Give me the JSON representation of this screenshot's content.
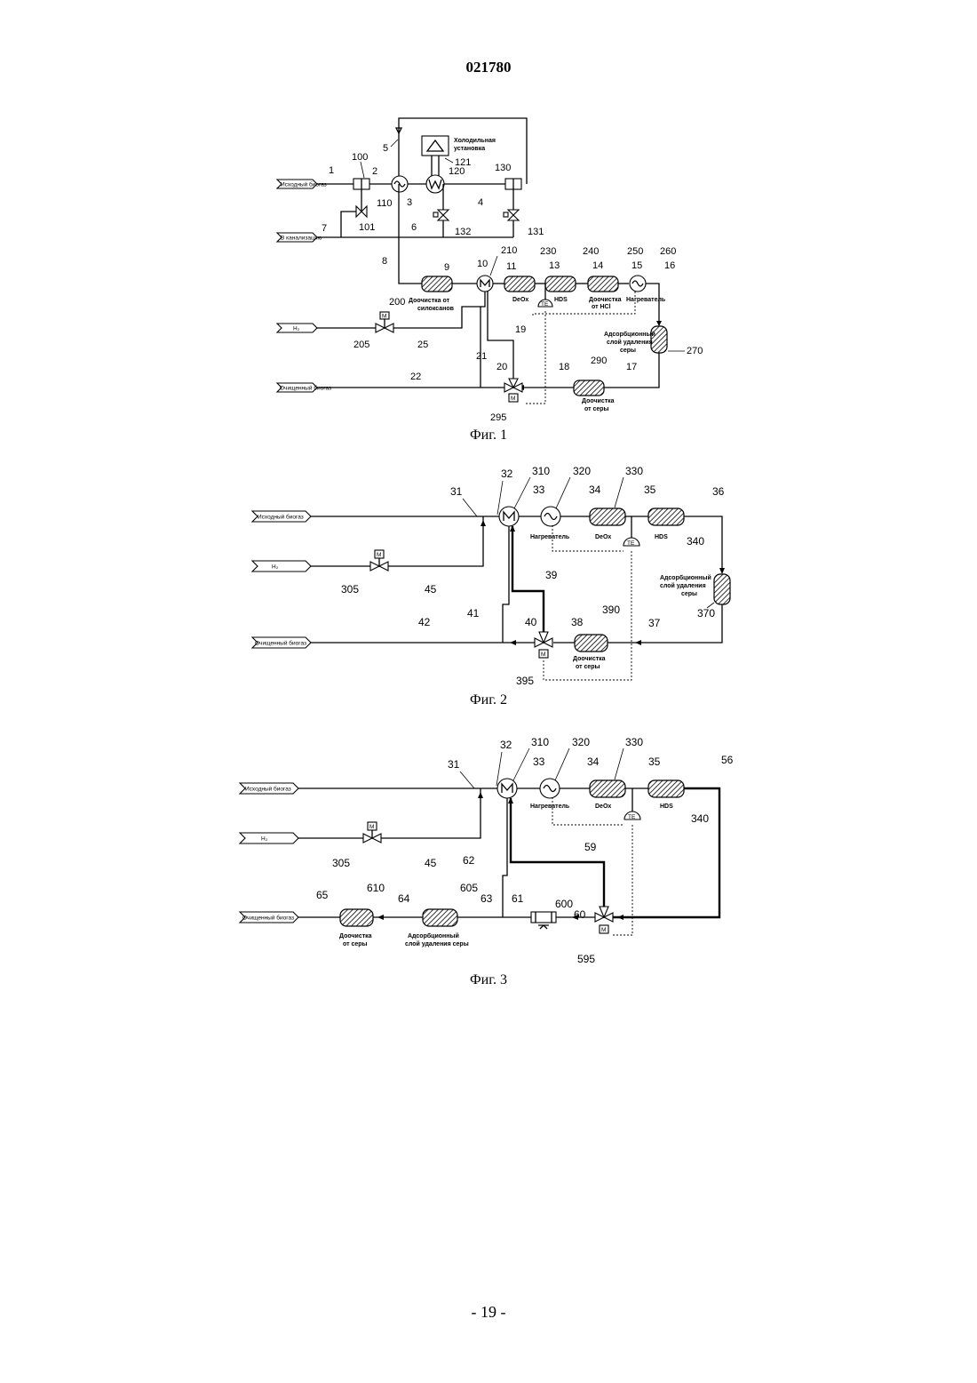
{
  "page": {
    "header": "021780",
    "footer": "- 19 -"
  },
  "fig1": {
    "caption": "Фиг. 1",
    "streams": {
      "feed": "Исходный биогаз",
      "to_sewer": "В канализацию",
      "h2": "H₂",
      "clean": "Очищенный биогаз"
    },
    "labels": {
      "refrigeration": [
        "Холодильная",
        "установка"
      ],
      "siloxane": [
        "Доочистка от",
        "силоксанов"
      ],
      "deox": "DeOx",
      "hds": "HDS",
      "hcl": [
        "Доочистка",
        "от HCl"
      ],
      "heater": "Нагреватель",
      "adsorb": [
        "Адсорбционный",
        "слой удаления",
        "серы"
      ],
      "sulfur": [
        "Доочистка",
        "от серы"
      ],
      "te": "TE",
      "m": "M"
    },
    "numbers": {
      "n1": "1",
      "n2": "2",
      "n3": "3",
      "n4": "4",
      "n5": "5",
      "n6": "6",
      "n7": "7",
      "n8": "8",
      "n9": "9",
      "n10": "10",
      "n11": "11",
      "n13": "13",
      "n14": "14",
      "n15": "15",
      "n16": "16",
      "n17": "17",
      "n18": "18",
      "n19": "19",
      "n20": "20",
      "n21": "21",
      "n22": "22",
      "n25": "25",
      "n100": "100",
      "n101": "101",
      "n110": "110",
      "n120": "120",
      "n121": "121",
      "n130": "130",
      "n131": "131",
      "n132": "132",
      "n200": "200",
      "n205": "205",
      "n210": "210",
      "n230": "230",
      "n240": "240",
      "n250": "250",
      "n260": "260",
      "n270": "270",
      "n290": "290",
      "n295": "295"
    }
  },
  "fig2": {
    "caption": "Фиг. 2",
    "streams": {
      "feed": "Исходный биогаз",
      "h2": "H₂",
      "clean": "Очищенный биогаз"
    },
    "labels": {
      "heater": "Нагреватель",
      "deox": "DeOx",
      "hds": "HDS",
      "adsorb": [
        "Адсорбционный",
        "слой удаления",
        "серы"
      ],
      "sulfur": [
        "Доочистка",
        "от серы"
      ],
      "te": "TE",
      "m": "M"
    },
    "numbers": {
      "n31": "31",
      "n32": "32",
      "n33": "33",
      "n34": "34",
      "n35": "35",
      "n36": "36",
      "n37": "37",
      "n38": "38",
      "n39": "39",
      "n40": "40",
      "n41": "41",
      "n42": "42",
      "n45": "45",
      "n305": "305",
      "n310": "310",
      "n320": "320",
      "n330": "330",
      "n340": "340",
      "n370": "370",
      "n390": "390",
      "n395": "395"
    }
  },
  "fig3": {
    "caption": "Фиг. 3",
    "streams": {
      "feed": "Исходный биогаз",
      "h2": "H₂",
      "clean": "Очищенный биогаз"
    },
    "labels": {
      "heater": "Нагреватель",
      "deox": "DeOx",
      "hds": "HDS",
      "adsorb": [
        "Адсорбционный",
        "слой удаления серы"
      ],
      "sulfur": [
        "Доочистка",
        "от серы"
      ],
      "te": "TE",
      "m": "M"
    },
    "numbers": {
      "n31": "31",
      "n32": "32",
      "n33": "33",
      "n34": "34",
      "n35": "35",
      "n45": "45",
      "n56": "56",
      "n59": "59",
      "n60": "60",
      "n61": "61",
      "n62": "62",
      "n63": "63",
      "n64": "64",
      "n65": "65",
      "n305": "305",
      "n310": "310",
      "n320": "320",
      "n330": "330",
      "n340": "340",
      "n595": "595",
      "n600": "600",
      "n605": "605",
      "n610": "610"
    }
  }
}
